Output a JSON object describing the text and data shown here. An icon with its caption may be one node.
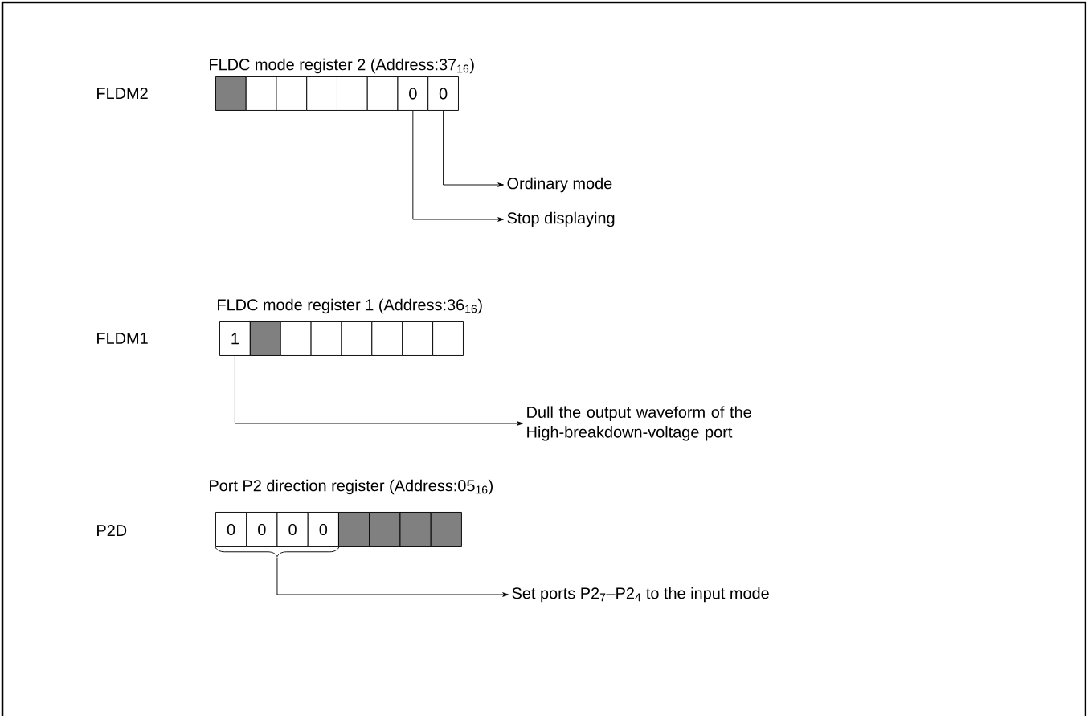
{
  "diagram": {
    "nodes": [
      {
        "text": [],
        "shape": "box"
      },
      {
        "text": [],
        "shape": "box"
      },
      {
        "text": [],
        "shape": "box"
      },
      {
        "text": [],
        "shape": "box"
      },
      {
        "text": [],
        "shape": "box"
      },
      {
        "text": [],
        "shape": "box"
      },
      {
        "text": [
          "0"
        ]
      },
      {
        "text": [
          "0"
        ]
      },
      {
        "text": [
          "Ordinary mode"
        ]
      },
      {
        "text": [
          "Stop displaying"
        ]
      },
      {
        "text": [
          "1"
        ]
      },
      {
        "text": [],
        "shape": "box"
      },
      {
        "text": [],
        "shape": "box"
      },
      {
        "text": [],
        "shape": "box"
      },
      {
        "text": [],
        "shape": "box"
      },
      {
        "text": [],
        "shape": "box"
      },
      {
        "text": [],
        "shape": "box"
      },
      {
        "text": [],
        "shape": "box"
      },
      {
        "text": [
          "Dull the output waveform of the High-breakdown-voltage port"
        ]
      },
      {
        "text": [
          "0"
        ]
      },
      {
        "text": [
          "0"
        ]
      },
      {
        "text": [
          "0"
        ]
      },
      {
        "text": [
          "0"
        ]
      },
      {
        "text": [],
        "shape": "box"
      },
      {
        "text": [],
        "shape": "box"
      },
      {
        "text": [],
        "shape": "box"
      },
      {
        "text": [],
        "shape": "box"
      },
      {
        "text": [
          "Set ports P2$_{7}$–P2$_{4}$ to the input mode"
        ]
      }
    ],
    "edges": [
      {
        "from": 7,
        "to": 8,
        "arrow": "to"
      },
      {
        "from": 6,
        "to": 9,
        "arrow": "to"
      },
      {
        "from": 10,
        "to": 18,
        "arrow": "to"
      },
      {
        "from": 19,
        "to": 27,
        "arrow": "to"
      },
      {
        "from": 20,
        "to": 27,
        "arrow": "to"
      },
      {
        "from": 21,
        "to": 27,
        "arrow": "to"
      },
      {
        "from": 22,
        "to": 27,
        "arrow": "to"
      }
    ],
    "labels": [
      "FLDC mode register 2  (Address:37$_{16}$)",
      "FLDM2",
      "FLDC mode register 1 (Address:36$_{16}$)",
      "FLDM1",
      "Port P2 direction register  (Address:05$_{16}$)",
      "P2D"
    ]
  }
}
